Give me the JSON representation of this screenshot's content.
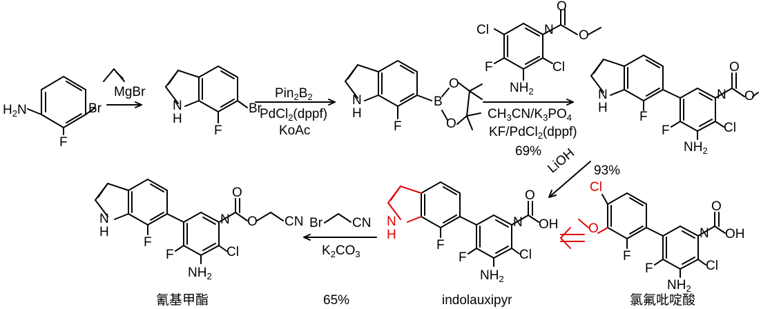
{
  "colors": {
    "ink": "#000000",
    "highlight": "#e00000"
  },
  "atoms": {
    "H": "H",
    "N": "N",
    "O": "O",
    "F": "F",
    "Cl": "Cl",
    "Br": "Br",
    "B": "B",
    "NH2": "NH",
    "sub2": "2",
    "H2N_H": "H",
    "H2N_N": "N",
    "OH": "OH",
    "CN": "CN"
  },
  "steps": {
    "s1": {
      "reagent": "MgBr"
    },
    "s2": {
      "line1_a": "Pin",
      "line1_b": "B",
      "line2": "PdCl",
      "line2_b": "(dppf)",
      "line3": "KoAc"
    },
    "s3": {
      "line1_a": "CH",
      "line1_b": "CN/K",
      "line1_c": "PO",
      "line2_a": "KF/PdCl",
      "line2_b": "(dppf)",
      "yield": "69%"
    },
    "s4": {
      "reagent": "LiOH",
      "yield": "93%"
    },
    "s5": {
      "reagent_a": "Br",
      "reagent_b": "CN",
      "base_a": "K",
      "base_b": "CO",
      "base_sub2": "3"
    }
  },
  "captions": {
    "left": "氰基甲酯",
    "yield_left": "65%",
    "middle": "indolauxipyr",
    "right": "氯氟吡啶酸"
  }
}
